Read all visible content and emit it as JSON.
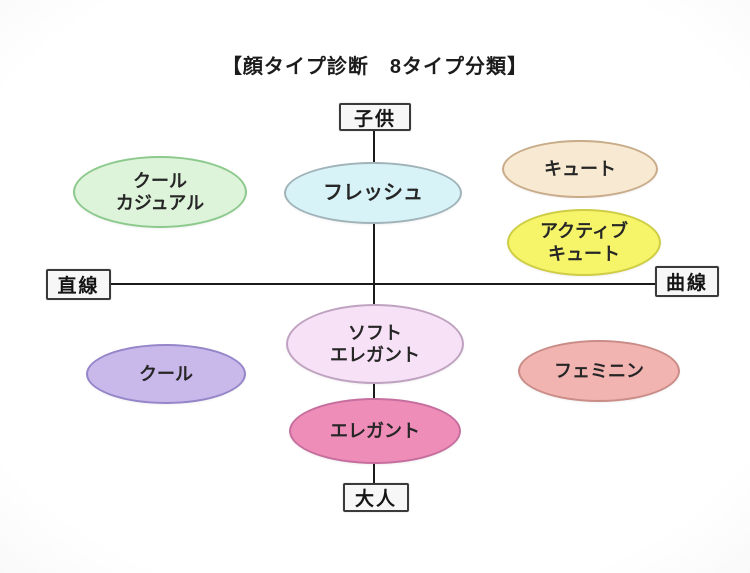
{
  "title": "【顔タイプ診断　8タイプ分類】",
  "axes": {
    "top_label": "子供",
    "bottom_label": "大人",
    "left_label": "直線",
    "right_label": "曲線"
  },
  "types": [
    {
      "name": "cool-casual",
      "label": "クール\nカジュアル",
      "fill": "#def4da",
      "border": "#8cc98c"
    },
    {
      "name": "fresh",
      "label": "フレッシュ",
      "fill": "#d8f3f8",
      "border": "#9fb3b8"
    },
    {
      "name": "cute",
      "label": "キュート",
      "fill": "#f8e9d2",
      "border": "#c8ab88"
    },
    {
      "name": "active-cute",
      "label": "アクティブ\nキュート",
      "fill": "#f6f468",
      "border": "#cecd45"
    },
    {
      "name": "cool",
      "label": "クール",
      "fill": "#c9b8ea",
      "border": "#9585c9"
    },
    {
      "name": "soft-elegant",
      "label": "ソフト\nエレガント",
      "fill": "#f6e1f6",
      "border": "#bfa2c0"
    },
    {
      "name": "elegant",
      "label": "エレガント",
      "fill": "#ef8db9",
      "border": "#c66f9e"
    },
    {
      "name": "feminine",
      "label": "フェミニン",
      "fill": "#f2b4b1",
      "border": "#c98c87"
    }
  ],
  "colors": {
    "axis_line": "#1b1b1b",
    "box_background": "#f7f7f7",
    "box_border": "#3a3a3a",
    "label_text": "#262626"
  }
}
